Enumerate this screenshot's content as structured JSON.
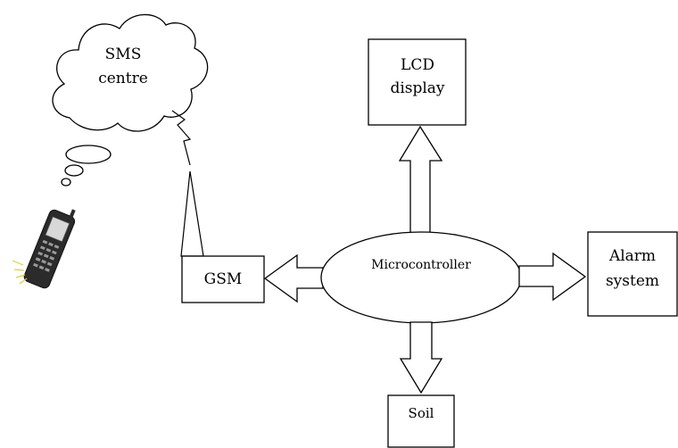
{
  "diagram": {
    "cloud": {
      "line1": "SMS",
      "line2": "centre"
    },
    "lcd": {
      "line1": "LCD",
      "line2": "display"
    },
    "gsm": {
      "label": "GSM"
    },
    "microcontroller": {
      "label": "Microcontroller"
    },
    "alarm": {
      "line1": "Alarm",
      "line2": "system"
    },
    "soil": {
      "label": "Soil"
    }
  }
}
